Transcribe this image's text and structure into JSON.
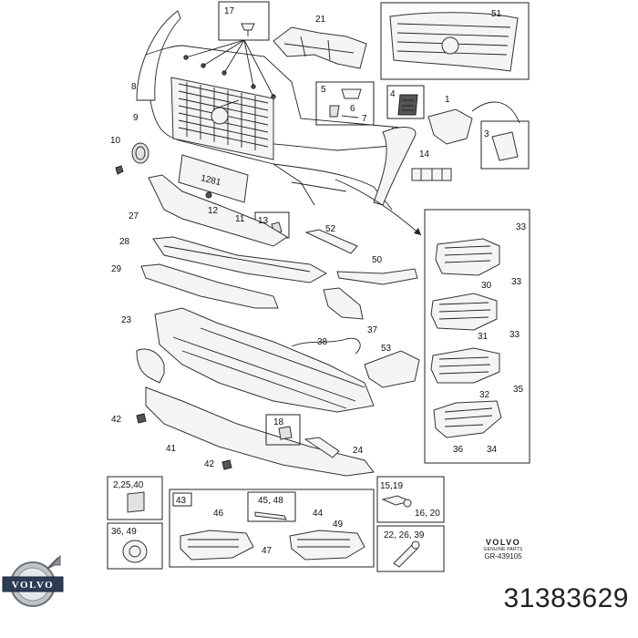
{
  "labels": {
    "p1": "1",
    "p3": "3",
    "p4": "4",
    "p5": "5",
    "p6": "6",
    "p7": "7",
    "p8": "8",
    "p9": "9",
    "p10": "10",
    "p11": "11",
    "p12": "12",
    "p13": "13",
    "p14": "14",
    "p17": "17",
    "p18": "18",
    "p21": "21",
    "p23": "23",
    "p24": "24",
    "p27": "27",
    "p28": "28",
    "p29": "29",
    "p30": "30",
    "p31": "31",
    "p32": "32",
    "p33a": "33",
    "p33b": "33",
    "p33c": "33",
    "p34": "34",
    "p35": "35",
    "p36": "36",
    "p37": "37",
    "p38": "38",
    "p41": "41",
    "p42a": "42",
    "p42b": "42",
    "p43": "43",
    "p44": "44",
    "p46": "46",
    "p47": "47",
    "p49": "49",
    "p50": "50",
    "p51": "51",
    "p52": "52",
    "p53": "53",
    "g_2_25_40": "2,25,40",
    "g_36_49": "36, 49",
    "g_15_19": "15,19",
    "g_16_20": "16, 20",
    "g_22_26_39": "22, 26, 39",
    "g_45_48": "45, 48"
  },
  "brand": {
    "logo_text": "VOLVO",
    "word": "VOLVO",
    "sub": "GENUINE PARTS",
    "ref": "GR-439105"
  },
  "part_number": "31383629"
}
